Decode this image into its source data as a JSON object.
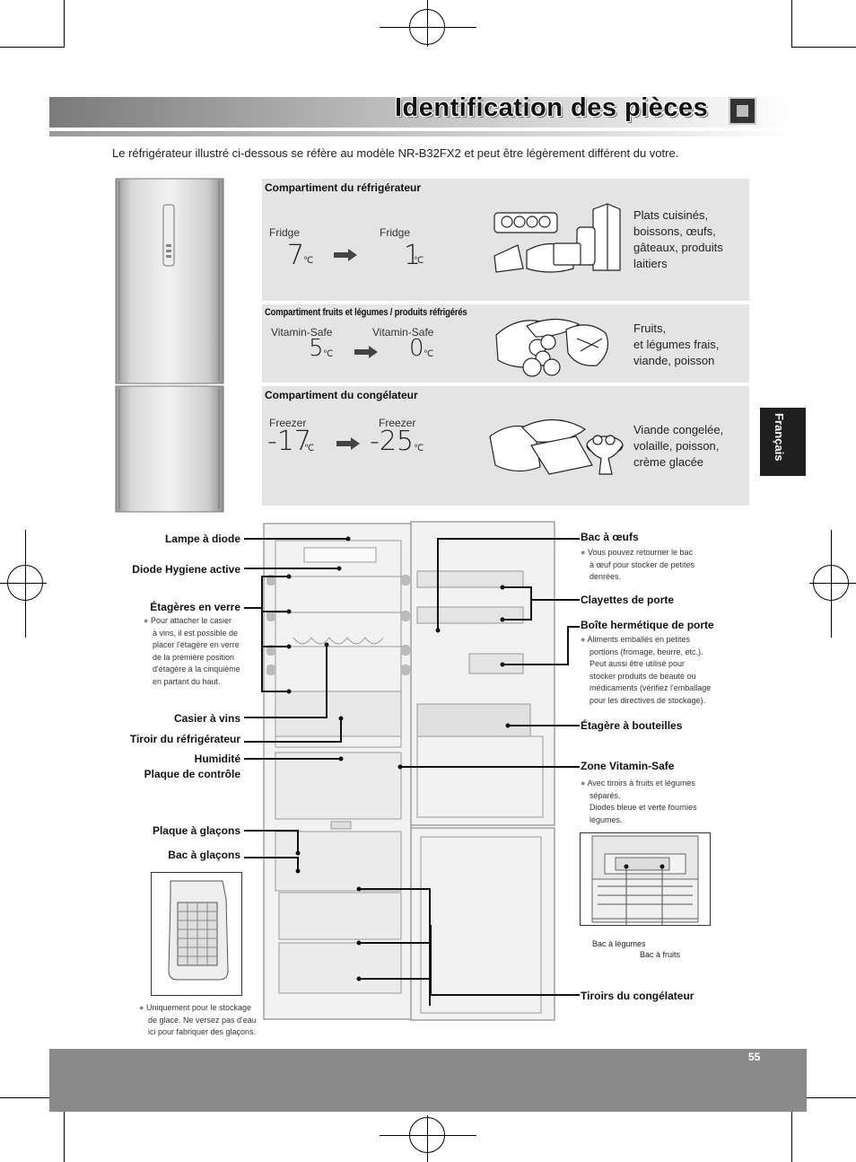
{
  "page": {
    "title": "Identification des pièces",
    "intro": "Le réfrigérateur illustré ci-dessous se réfère au modèle NR-B32FX2 et peut être légèrement différent du votre.",
    "language_tab": "Français",
    "page_number": "55"
  },
  "compartments": [
    {
      "heading": "Compartiment du réfrigérateur",
      "from_label": "Fridge",
      "from_value": "7",
      "to_label": "Fridge",
      "to_value": "1",
      "unit": "℃",
      "foods": [
        "Plats cuisinés,",
        "boissons, œufs,",
        "gâteaux, produits",
        "laitiers"
      ]
    },
    {
      "heading": "Compartiment fruits et légumes / produits réfrigérés",
      "from_label": "Vitamin-Safe",
      "from_value": "5",
      "to_label": "Vitamin-Safe",
      "to_value": "0",
      "unit": "℃",
      "foods": [
        "Fruits,",
        "et légumes frais,",
        "viande, poisson"
      ]
    },
    {
      "heading": "Compartiment du congélateur",
      "from_label": "Freezer",
      "from_value": "-17",
      "to_label": "Freezer",
      "to_value": "-25",
      "unit": "℃",
      "foods": [
        "Viande congelée,",
        "volaille, poisson,",
        "crème glacée"
      ]
    }
  ],
  "left_labels": {
    "lamp": "Lampe à diode",
    "hygiene": "Diode Hygiene active",
    "shelves": "Étagères en verre",
    "shelves_note": [
      "Pour attacher le casier",
      "à vins, il est possible de",
      "placer l'étagère en verre",
      "de la première position",
      "d'étagère à la cinquième",
      "en partant du haut."
    ],
    "wine": "Casier à vins",
    "fridge_drawer": "Tiroir du réfrigérateur",
    "humidity_1": "Humidité",
    "humidity_2": "Plaque de contrôle",
    "ice_plate": "Plaque à glaçons",
    "ice_tray": "Bac à glaçons",
    "ice_note": [
      "Uniquement pour le stockage",
      "de glace. Ne versez pas d'eau",
      "ici pour fabriquer des glaçons."
    ]
  },
  "right_labels": {
    "egg": "Bac à œufs",
    "egg_note": [
      "Vous pouvez retourner le bac",
      "à œuf pour stocker de petites",
      "denrées."
    ],
    "door_shelves": "Clayettes de porte",
    "door_box": "Boîte hermétique de porte",
    "door_box_note": [
      "Aliments emballés en petites",
      "portions (fromage, beurre, etc.).",
      "Peut aussi être utilisé pour",
      "stocker produits de beauté ou",
      "médicaments (vérifiez l'emballage",
      "pour les directives de stockage)."
    ],
    "bottle": "Étagère à bouteilles",
    "vitamin": "Zone Vitamin-Safe",
    "vitamin_note": [
      "Avec tiroirs à fruits et légumes",
      "séparés.",
      "Diodes bleue et verte fournies",
      "légumes."
    ],
    "veg_tray": "Bac à légumes",
    "fruit_tray": "Bac à fruits",
    "freezer_drawers": "Tiroirs du congélateur"
  }
}
